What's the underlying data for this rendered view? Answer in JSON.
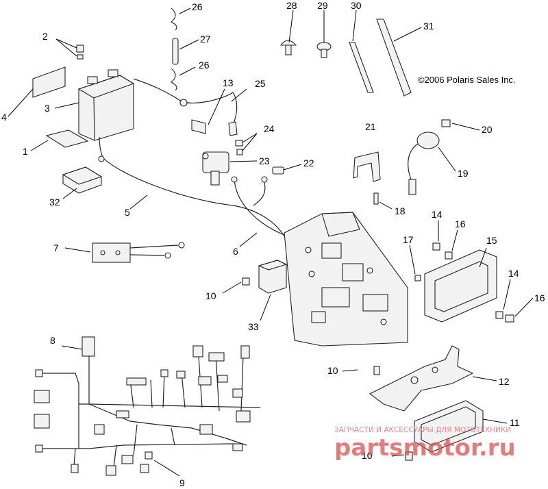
{
  "diagram": {
    "copyright": "©2006 Polaris Sales Inc.",
    "watermark_line1": "ЗАПЧАСТИ И АКСЕССУАРЫ ДЛЯ МОТОТЕХНИКИ",
    "watermark_line2": "partsmotor.ru",
    "callouts": [
      {
        "id": "c26a",
        "text": "26"
      },
      {
        "id": "c28",
        "text": "28"
      },
      {
        "id": "c29",
        "text": "29"
      },
      {
        "id": "c30",
        "text": "30"
      },
      {
        "id": "c31",
        "text": "31"
      },
      {
        "id": "c2",
        "text": "2"
      },
      {
        "id": "c27",
        "text": "27"
      },
      {
        "id": "c26b",
        "text": "26"
      },
      {
        "id": "c13",
        "text": "13"
      },
      {
        "id": "c25",
        "text": "25"
      },
      {
        "id": "c4",
        "text": "4"
      },
      {
        "id": "c3",
        "text": "3"
      },
      {
        "id": "c21",
        "text": "21"
      },
      {
        "id": "c20",
        "text": "20"
      },
      {
        "id": "c24",
        "text": "24"
      },
      {
        "id": "c1",
        "text": "1"
      },
      {
        "id": "c23",
        "text": "23"
      },
      {
        "id": "c22",
        "text": "22"
      },
      {
        "id": "c19",
        "text": "19"
      },
      {
        "id": "c32",
        "text": "32"
      },
      {
        "id": "c5",
        "text": "5"
      },
      {
        "id": "c18",
        "text": "18"
      },
      {
        "id": "c14a",
        "text": "14"
      },
      {
        "id": "c16a",
        "text": "16"
      },
      {
        "id": "c7",
        "text": "7"
      },
      {
        "id": "c17",
        "text": "17"
      },
      {
        "id": "c15",
        "text": "15"
      },
      {
        "id": "c6",
        "text": "6"
      },
      {
        "id": "c14b",
        "text": "14"
      },
      {
        "id": "c10a",
        "text": "10"
      },
      {
        "id": "c16b",
        "text": "16"
      },
      {
        "id": "c33",
        "text": "33"
      },
      {
        "id": "c8",
        "text": "8"
      },
      {
        "id": "c10b",
        "text": "10"
      },
      {
        "id": "c12",
        "text": "12"
      },
      {
        "id": "c11",
        "text": "11"
      },
      {
        "id": "c10c",
        "text": "10"
      },
      {
        "id": "c9",
        "text": "9"
      }
    ]
  }
}
